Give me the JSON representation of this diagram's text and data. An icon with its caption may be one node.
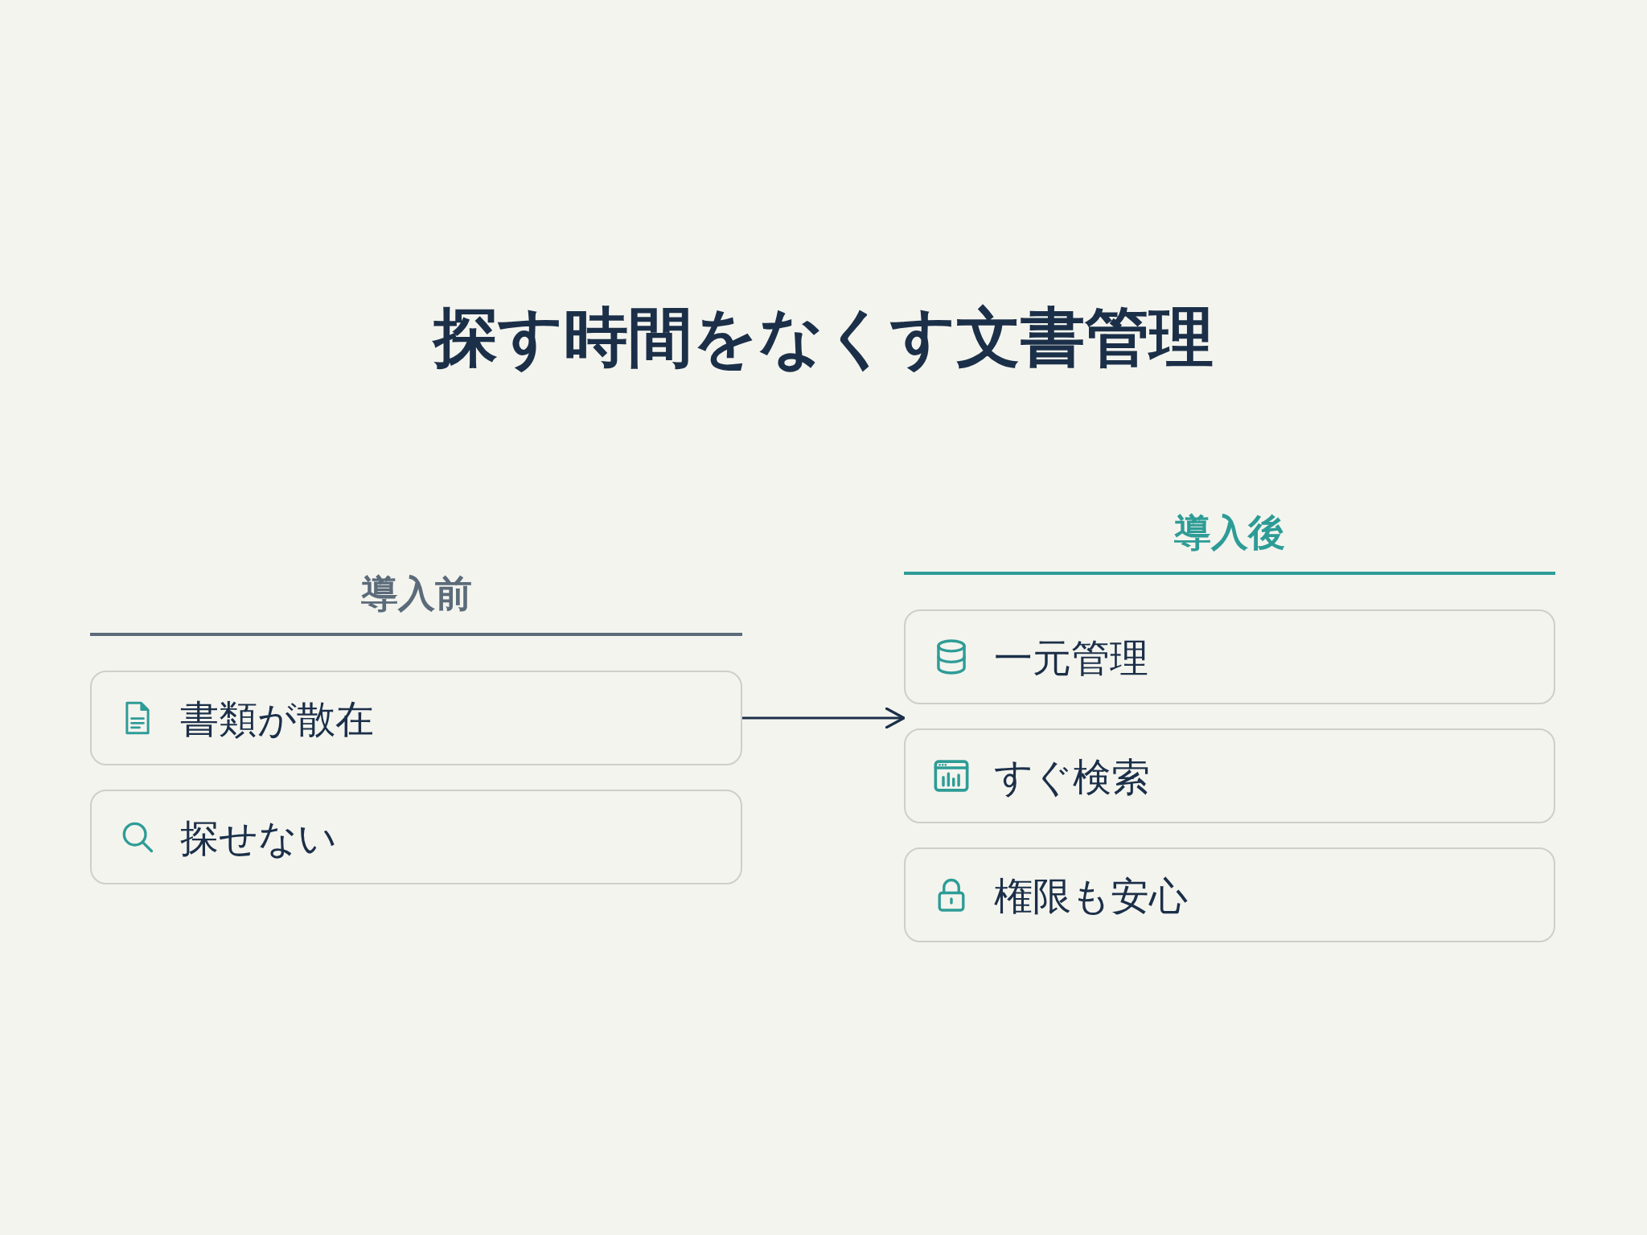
{
  "diagram": {
    "title": "探す時間をなくす文書管理",
    "nodes": [
      {
        "text": [
          "導入前"
        ]
      },
      {
        "text": [
          "書類が散在"
        ],
        "in": 0
      },
      {
        "text": [
          "探せない"
        ],
        "in": 0
      },
      {
        "text": [
          "導入後"
        ]
      },
      {
        "text": [
          "一元管理"
        ],
        "in": 3
      },
      {
        "text": [
          "すぐ検索"
        ],
        "in": 3
      },
      {
        "text": [
          "権限も安心"
        ],
        "in": 3
      }
    ],
    "edges": [
      {
        "from": 0,
        "to": 3,
        "arrow": "to"
      }
    ]
  }
}
